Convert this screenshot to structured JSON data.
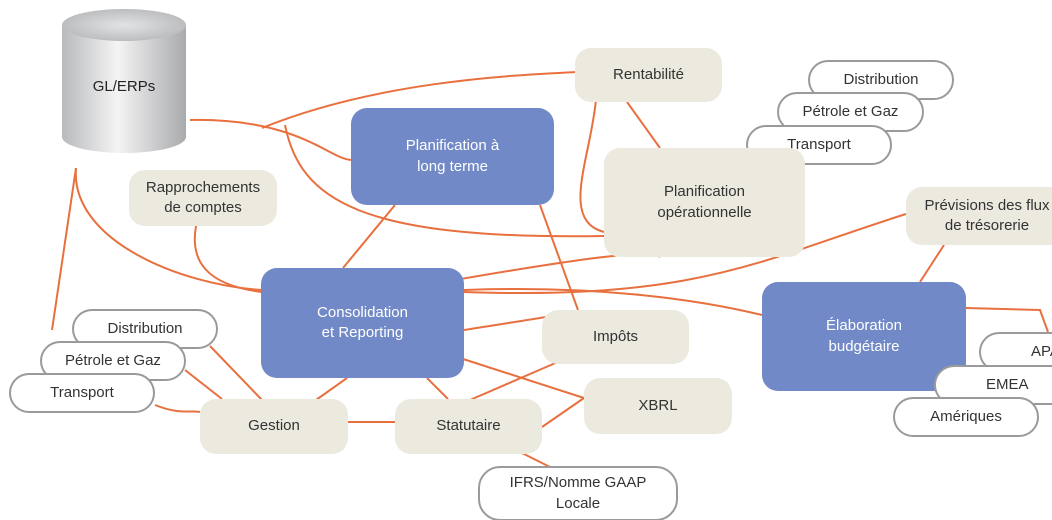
{
  "colors": {
    "connector": "#e8703f",
    "primary_node": "#7289c7",
    "secondary_node": "#ece9df",
    "outline_node_border": "#9a9a9a"
  },
  "database": {
    "label": "GL/ERPs",
    "icon": "database-cylinder-icon"
  },
  "nodes": {
    "rentabilite": "Rentabilité",
    "planif_long": "Planification à\nlong terme",
    "planif_oper": "Planification\nopérationnelle",
    "rapprochements": "Rapprochements\nde comptes",
    "previsions": "Prévisions des flux\nde trésorerie",
    "consolidation": "Consolidation\net Reporting",
    "impots": "Impôts",
    "elaboration": "Élaboration\nbudgétaire",
    "xbrl": "XBRL",
    "gestion": "Gestion",
    "statutaire": "Statutaire",
    "ifrs": "IFRS/Nomme GAAP\nLocale"
  },
  "top_right_stack": [
    "Distribution",
    "Pétrole et Gaz",
    "Transport"
  ],
  "bottom_left_stack": [
    "Distribution",
    "Pétrole et Gaz",
    "Transport"
  ],
  "right_stack": [
    "APAC",
    "EMEA",
    "Amériques"
  ]
}
